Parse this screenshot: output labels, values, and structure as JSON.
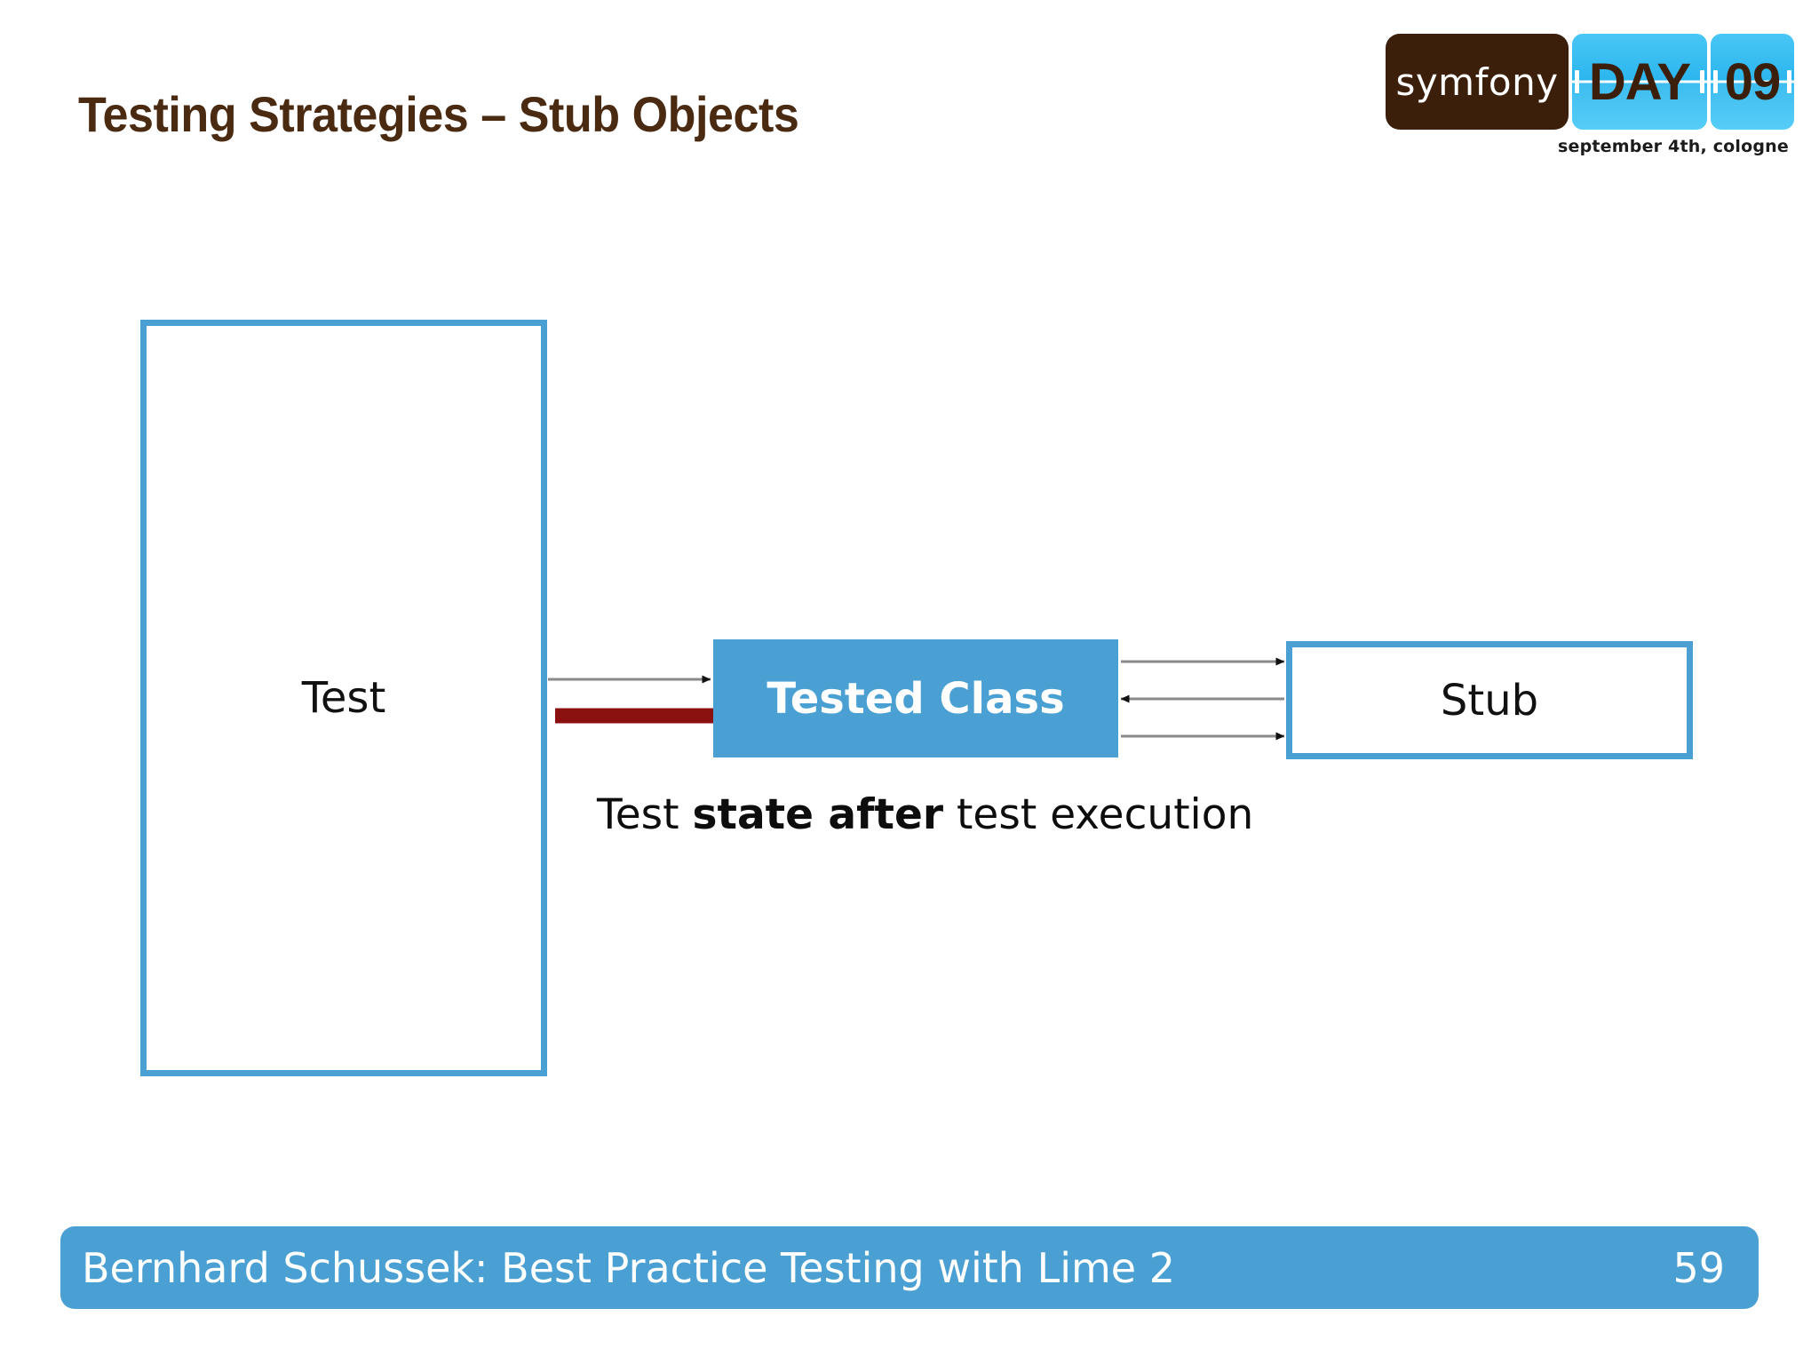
{
  "slide": {
    "title": "Testing Strategies – Stub Objects"
  },
  "logo": {
    "brand": "symfony",
    "day_label": "DAY",
    "year_label": "09",
    "tagline": "september 4th, cologne",
    "brand_bg": "#3b1f0b",
    "tile_bg": "#3dbdf0"
  },
  "diagram": {
    "boxes": {
      "test": "Test",
      "tested_class": "Tested Class",
      "stub": "Stub"
    },
    "caption": {
      "prefix": "Test ",
      "emphasis": "state after",
      "suffix": " test execution"
    },
    "colors": {
      "blue": "#4aa0d3",
      "dark_red": "#8b1111",
      "arrow_gray": "#808080"
    },
    "arrows": [
      {
        "id": "test-to-tested",
        "direction": "right",
        "style": "thin-gray"
      },
      {
        "id": "tested-to-test",
        "direction": "left",
        "style": "thick-dark-red"
      },
      {
        "id": "tested-to-stub-top",
        "direction": "right",
        "style": "thin-gray"
      },
      {
        "id": "stub-to-tested-middle",
        "direction": "left",
        "style": "thin-gray"
      },
      {
        "id": "tested-to-stub-bottom",
        "direction": "right",
        "style": "thin-gray"
      }
    ]
  },
  "footer": {
    "text": "Bernhard Schussek: Best Practice Testing with Lime 2",
    "page": "59",
    "bg": "#4aa0d3"
  }
}
